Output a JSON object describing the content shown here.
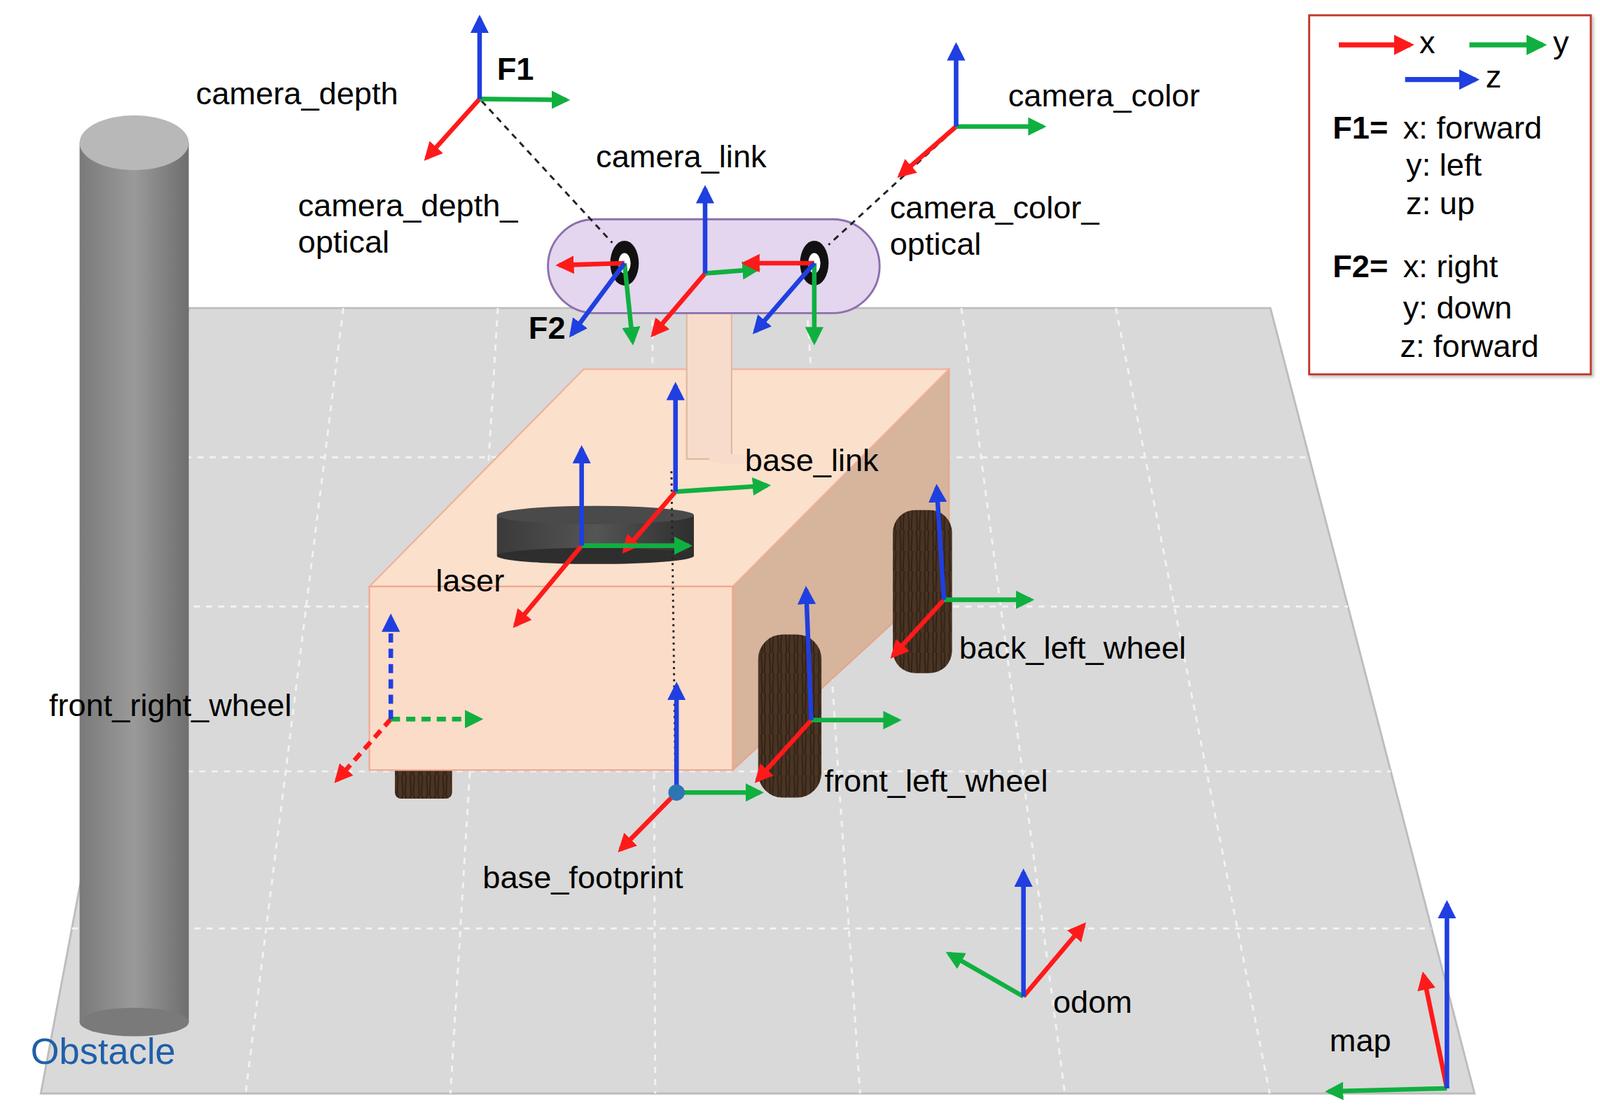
{
  "diagram": {
    "labels": [
      "F1",
      "camera_depth",
      "camera_color",
      "camera_link",
      "camera_depth_ optical",
      "camera_color_ optical",
      "F2",
      "base_link",
      "laser",
      "back_left_wheel",
      "front_right_wheel",
      "front_left_wheel",
      "base_footprint",
      "odom",
      "map",
      "Obstacle",
      "F1=",
      "x: forward",
      "y: left",
      "z: up",
      "F2=",
      "x: right",
      "y: down",
      "z: forward"
    ],
    "legend": [
      {
        "text": "x"
      },
      {
        "text": "y"
      },
      {
        "text": "z"
      }
    ]
  }
}
